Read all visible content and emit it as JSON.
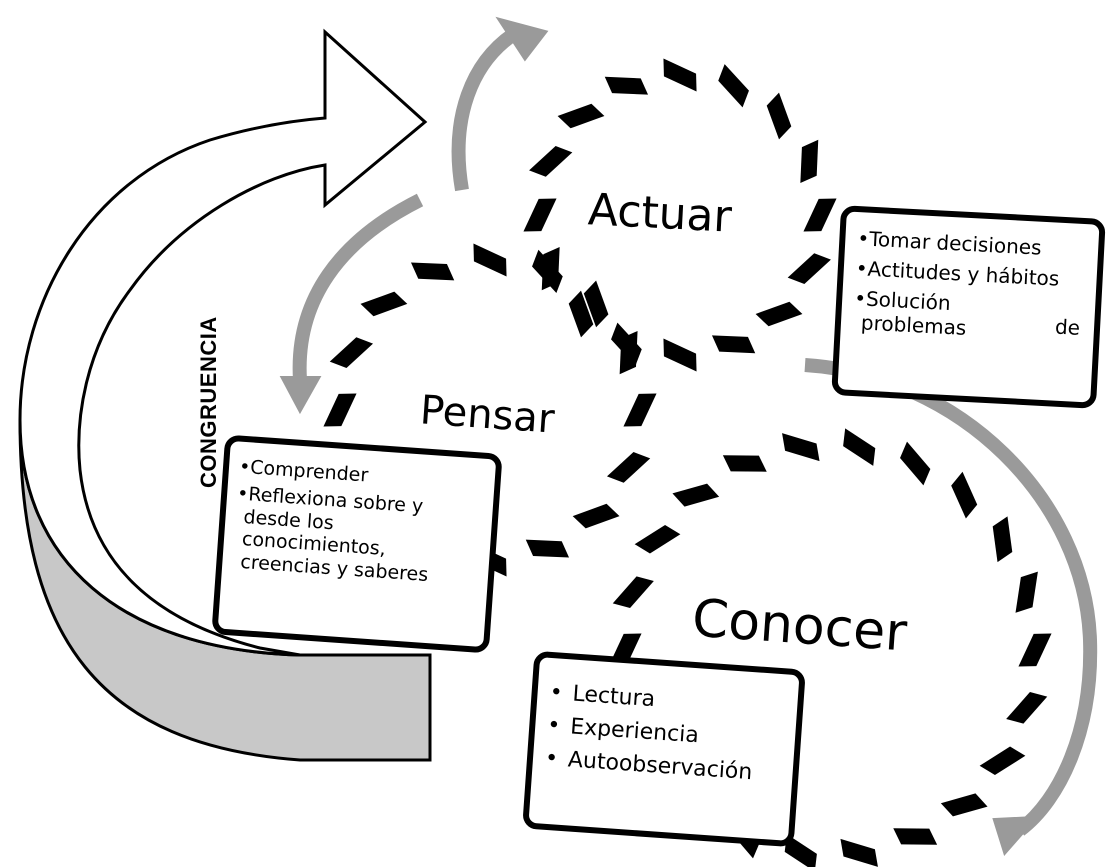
{
  "gears": {
    "actuar": {
      "label": "Actuar"
    },
    "pensar": {
      "label": "Pensar"
    },
    "conocer": {
      "label": "Conocer"
    }
  },
  "side_label": "CONGRUENCIA",
  "callouts": {
    "actuar": {
      "items": [
        "Tomar decisiones",
        "Actitudes y hábitos",
        "Solución",
        "de",
        "problemas"
      ]
    },
    "pensar": {
      "items": [
        "Comprender",
        "Reflexiona sobre y",
        "desde los",
        "conocimientos,",
        "creencias y saberes"
      ]
    },
    "conocer": {
      "items": [
        "Lectura",
        "Experiencia",
        "Autoobservación"
      ]
    }
  },
  "bullet_glyph": "•",
  "colors": {
    "outline": "#000000",
    "fill_gray": "#c8c8c8",
    "arrow_gray": "#9a9a9a",
    "background": "#ffffff"
  }
}
